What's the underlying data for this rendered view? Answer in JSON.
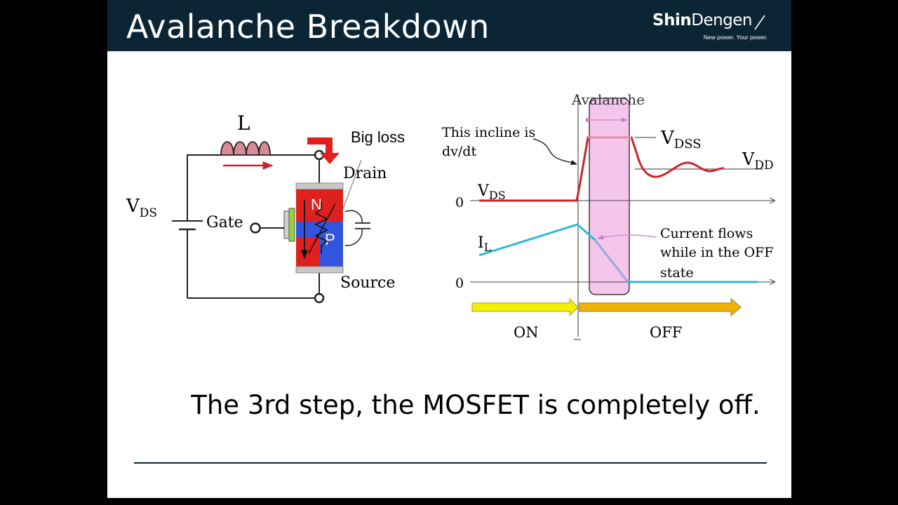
{
  "header": {
    "title": "Avalanche Breakdown",
    "logo_bold": "Shin",
    "logo_light": "Dengen",
    "logo_tagline": "New power. Your power."
  },
  "circuit": {
    "inductor_label": "L",
    "vds_main": "V",
    "vds_sub": "DS",
    "gate_label": "Gate",
    "drain_label": "Drain",
    "source_label": "Source",
    "n_label": "N",
    "p_label": "P",
    "big_loss_label": "Big loss"
  },
  "waveform": {
    "avalanche_label": "Avalanche",
    "incline_line1": "This incline is",
    "incline_line2": "dv/dt",
    "vdss_main": "V",
    "vdss_sub": "DSS",
    "vdd_main": "V",
    "vdd_sub": "DD",
    "vds_main": "V",
    "vds_sub": "DS",
    "il_main": "I",
    "il_sub": "L",
    "zero_label": "0",
    "current_note_1": "Current flows",
    "current_note_2": "while in the OFF",
    "current_note_3": "state",
    "on_label": "ON",
    "off_label": "OFF"
  },
  "caption": "The 3rd step, the MOSFET is completely off.",
  "colors": {
    "header_bg": "#0b2535",
    "vds_trace": "#d0202a",
    "il_trace": "#2bb8d8",
    "avalanche_fill": "#f4c6ec",
    "on_arrow": "#f4f000",
    "off_arrow": "#f0b400",
    "n_region": "#e01f1f",
    "p_region": "#3355dd"
  }
}
